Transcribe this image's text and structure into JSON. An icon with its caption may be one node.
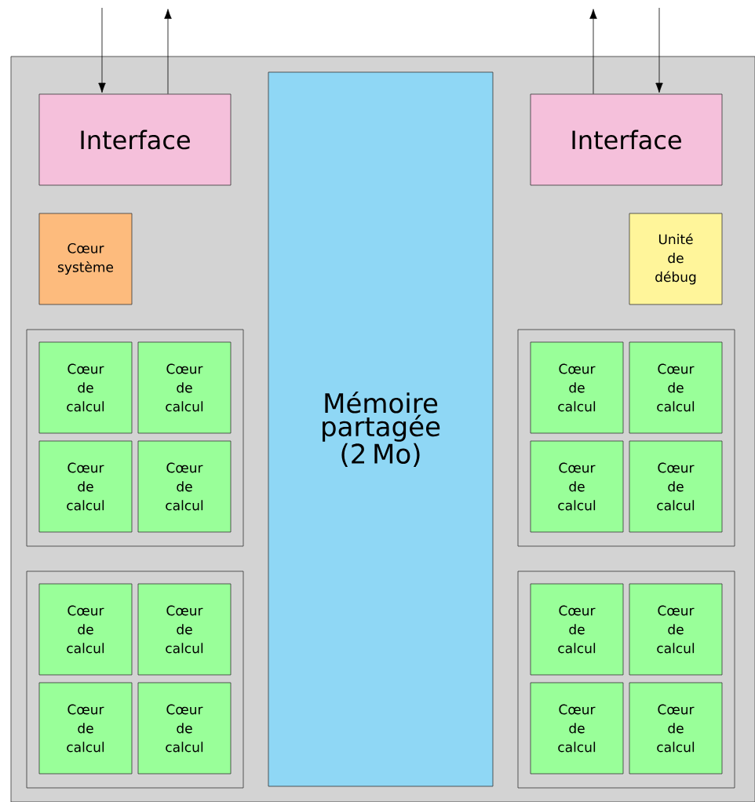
{
  "diagram": {
    "nodes": [
      {
        "text": [],
        "shape": "box"
      },
      {
        "text": [
          "Interface"
        ],
        "in": 0
      },
      {
        "text": [
          "Mémoire partagée (2 Mo)"
        ],
        "in": 0
      },
      {
        "text": [
          "Interface"
        ],
        "in": 0
      },
      {
        "text": [
          "Cœur système"
        ],
        "in": 0
      },
      {
        "text": [
          "Unité de débug"
        ],
        "in": 0
      },
      {
        "text": [],
        "shape": "box",
        "in": 0
      },
      {
        "text": [
          "Cœur de calcul"
        ],
        "in": 6
      },
      {
        "text": [
          "Cœur de calcul"
        ],
        "in": 6
      },
      {
        "text": [
          "Cœur de calcul"
        ],
        "in": 6
      },
      {
        "text": [
          "Cœur de calcul"
        ],
        "in": 6
      },
      {
        "text": [],
        "shape": "box",
        "in": 0
      },
      {
        "text": [
          "Cœur de calcul"
        ],
        "in": 11
      },
      {
        "text": [
          "Cœur de calcul"
        ],
        "in": 11
      },
      {
        "text": [
          "Cœur de calcul"
        ],
        "in": 11
      },
      {
        "text": [
          "Cœur de calcul"
        ],
        "in": 11
      },
      {
        "text": [],
        "shape": "box",
        "in": 0
      },
      {
        "text": [
          "Cœur de calcul"
        ],
        "in": 16
      },
      {
        "text": [
          "Cœur de calcul"
        ],
        "in": 16
      },
      {
        "text": [
          "Cœur de calcul"
        ],
        "in": 16
      },
      {
        "text": [
          "Cœur de calcul"
        ],
        "in": 16
      },
      {
        "text": [],
        "shape": "box",
        "in": 0
      },
      {
        "text": [
          "Cœur de calcul"
        ],
        "in": 21
      },
      {
        "text": [
          "Cœur de calcul"
        ],
        "in": 21
      },
      {
        "text": [
          "Cœur de calcul"
        ],
        "in": 21
      },
      {
        "text": [
          "Cœur de calcul"
        ],
        "in": 21
      }
    ],
    "edges": [
      {
        "from": null,
        "to": 1,
        "arrow": "to"
      },
      {
        "from": 1,
        "to": null,
        "arrow": "to"
      },
      {
        "from": 3,
        "to": null,
        "arrow": "to"
      },
      {
        "from": null,
        "to": 3,
        "arrow": "to"
      }
    ]
  }
}
